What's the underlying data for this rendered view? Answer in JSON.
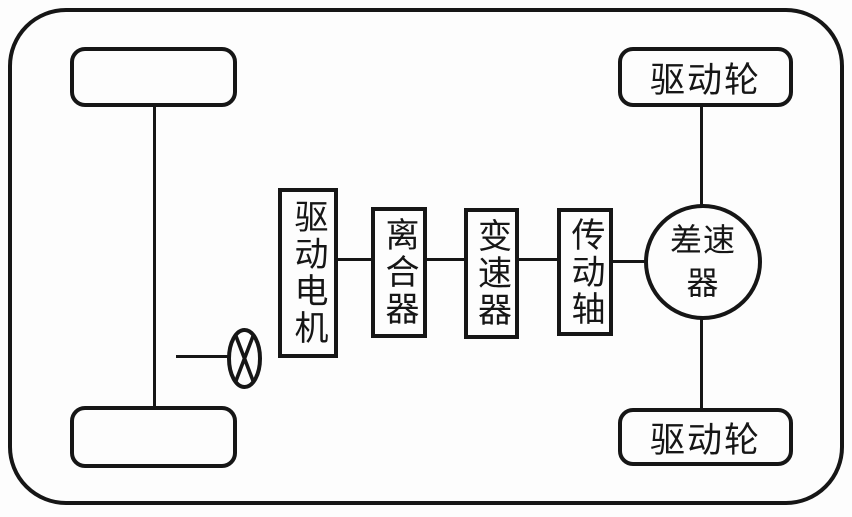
{
  "figure": {
    "kind": "vehicle-drivetrain-diagram"
  },
  "colors": {
    "stroke": "#161616",
    "background": "#fdfdfd"
  },
  "icons": {
    "crossed_circle": "⊗"
  },
  "nodes": {
    "motor": {
      "label": "驱动电机"
    },
    "clutch": {
      "label": "离合器"
    },
    "transmission": {
      "label": "变速器"
    },
    "driveshaft": {
      "label": "传动轴"
    },
    "differential": {
      "label": "差速器"
    },
    "wheel_front_right": {
      "label": "驱动轮"
    },
    "wheel_rear_right": {
      "label": "驱动轮"
    },
    "wheel_front_left": {
      "label": ""
    },
    "wheel_rear_left": {
      "label": ""
    }
  }
}
